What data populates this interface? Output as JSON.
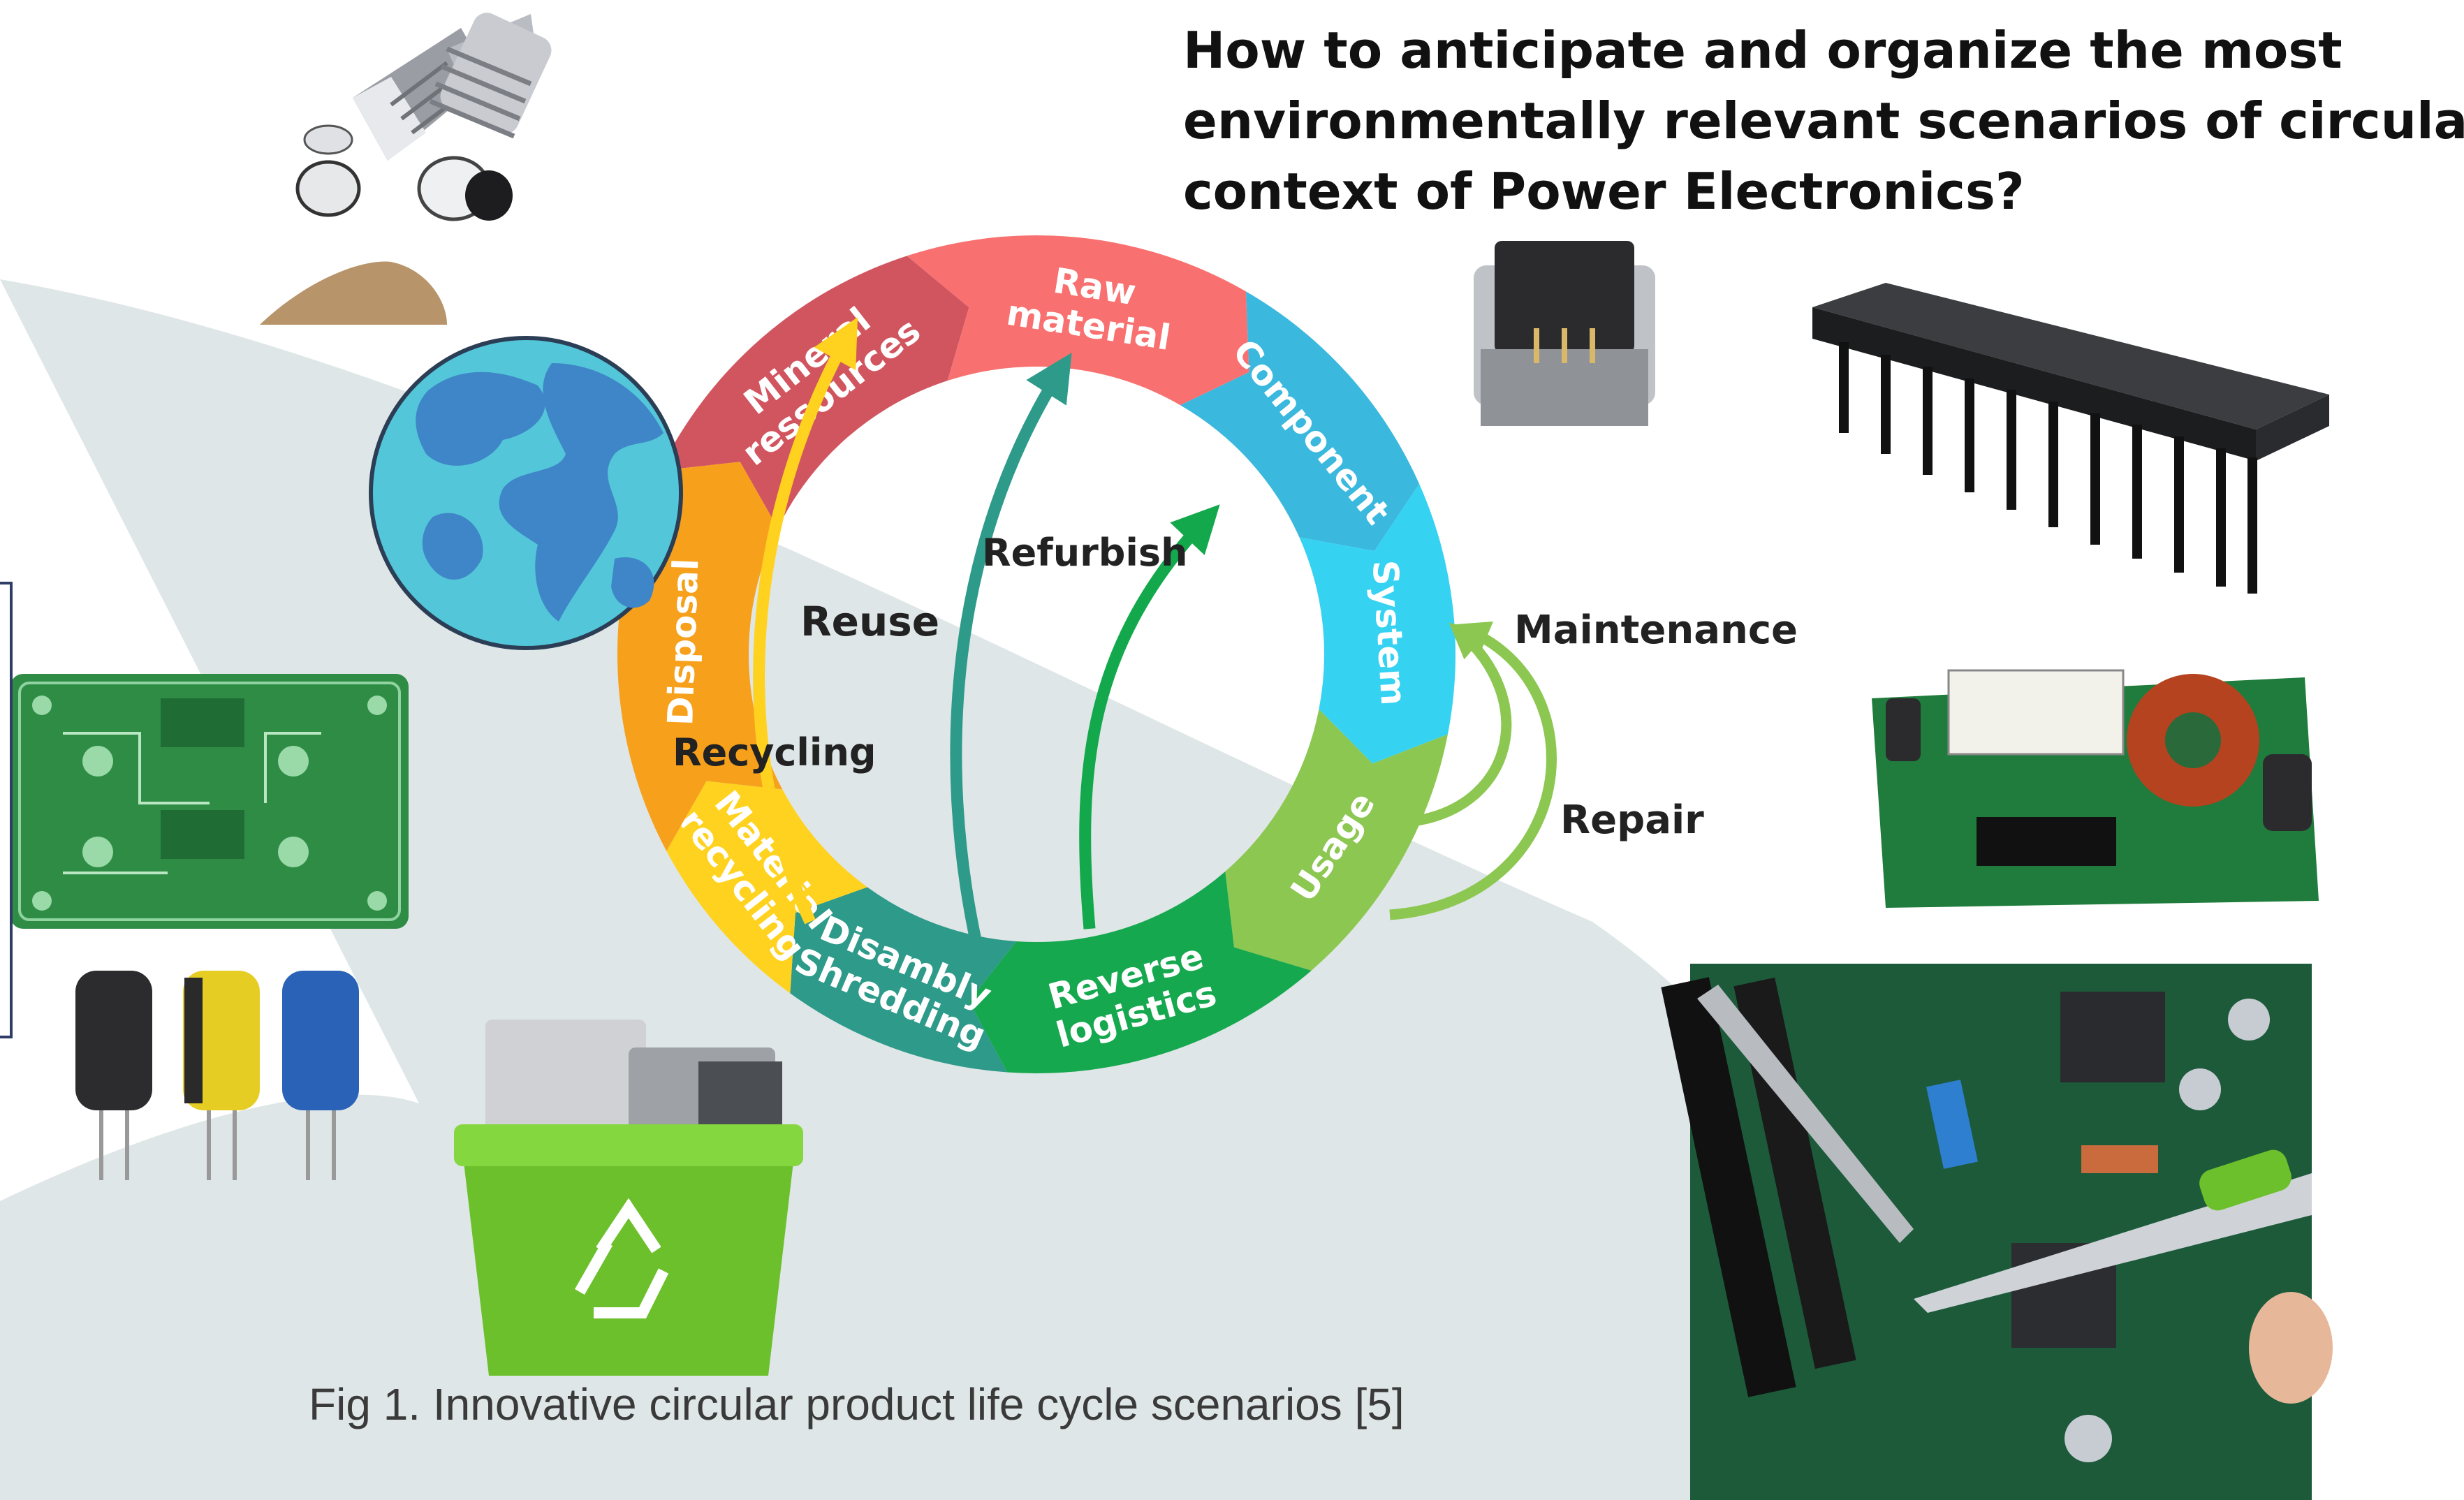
{
  "title_lines": [
    "How to anticipate and organize the most",
    "environmentally relevant scenarios of circularity in t",
    "context of Power Electronics?"
  ],
  "caption": "Fig 1. Innovative circular product life cycle scenarios [5]",
  "cycle": {
    "stages": [
      {
        "lines": [
          "Mineral",
          "ressources"
        ],
        "color": "#d1555f"
      },
      {
        "lines": [
          "Raw",
          "material"
        ],
        "color": "#f87170"
      },
      {
        "lines": [
          "Component"
        ],
        "color": "#3ab8de"
      },
      {
        "lines": [
          "System"
        ],
        "color": "#35d2f2"
      },
      {
        "lines": [
          "Usage"
        ],
        "color": "#8cc751"
      },
      {
        "lines": [
          "Reverse",
          "logistics"
        ],
        "color": "#16a84e"
      },
      {
        "lines": [
          "Disambly",
          "Shredding"
        ],
        "color": "#2e9a8a"
      },
      {
        "lines": [
          "Material",
          "recycling"
        ],
        "color": "#ffd21f"
      },
      {
        "lines": [
          "Disposal"
        ],
        "color": "#f7a01c"
      }
    ],
    "loops": {
      "reuse": "Reuse",
      "refurbish": "Refurbish",
      "recycling": "Recycling",
      "maintenance": "Maintenance",
      "repair": "Repair"
    }
  },
  "colors": {
    "background_band": "#dfe6e7",
    "arrow_recycling": "#ffd21f",
    "arrow_reuse": "#2e9a8a",
    "arrow_refurbish": "#13a84c",
    "arrow_repair": "#8cc751",
    "globe_ocean": "#53c7d9",
    "globe_land": "#3f86c8"
  },
  "images": [
    "metal-screws-image",
    "sand-pile-image",
    "pcb-board-image",
    "capacitors-image",
    "ewaste-recycle-bin-image",
    "transformer-image",
    "heatsink-image",
    "dcdc-converter-image",
    "soldering-pcb-photo"
  ]
}
